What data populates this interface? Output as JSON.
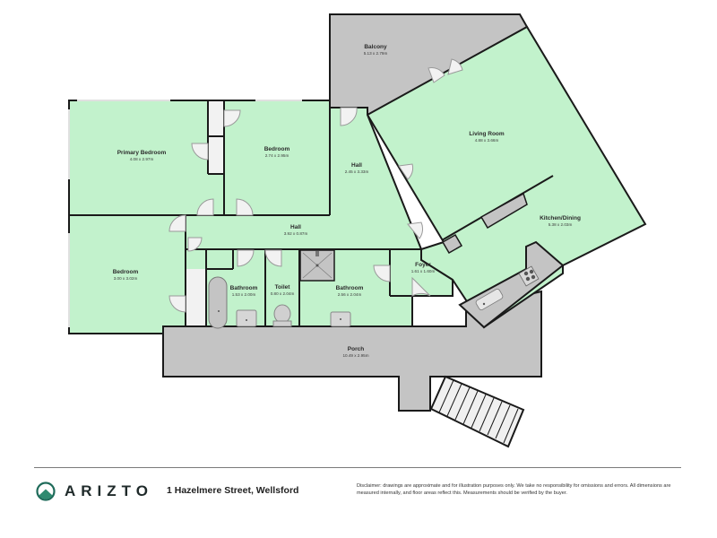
{
  "floorplan": {
    "colors": {
      "interior": "#c2f2cc",
      "exterior": "#c4c4c4",
      "wall": "#1a1a1a",
      "fixture": "#bdbdbd",
      "door": "#f2f2f2"
    },
    "rooms": [
      {
        "id": "primary-bedroom",
        "name": "Primary Bedroom",
        "dimensions": "4.08 x 2.97m"
      },
      {
        "id": "bedroom-2",
        "name": "Bedroom",
        "dimensions": "2.74 x 2.95m"
      },
      {
        "id": "hall-upper",
        "name": "Hall",
        "dimensions": "2.45 x 3.33m"
      },
      {
        "id": "balcony",
        "name": "Balcony",
        "dimensions": "5.13 x 2.79m"
      },
      {
        "id": "living-room",
        "name": "Living Room",
        "dimensions": "4.88 x 3.66m"
      },
      {
        "id": "kitchen-dining",
        "name": "Kitchen/Dining",
        "dimensions": "5.38 x 2.03m"
      },
      {
        "id": "hall-main",
        "name": "Hall",
        "dimensions": "3.92 x 0.87m"
      },
      {
        "id": "bedroom-3",
        "name": "Bedroom",
        "dimensions": "3.00 x 3.02m"
      },
      {
        "id": "bathroom-1",
        "name": "Bathroom",
        "dimensions": "1.53 x 2.00m"
      },
      {
        "id": "toilet",
        "name": "Toilet",
        "dimensions": "0.80 x 2.04m"
      },
      {
        "id": "bathroom-2",
        "name": "Bathroom",
        "dimensions": "2.56 x 2.04m"
      },
      {
        "id": "foyer",
        "name": "Foyer",
        "dimensions": "1.61 x 1.60m"
      },
      {
        "id": "porch",
        "name": "Porch",
        "dimensions": "10.49 x 2.95m"
      }
    ]
  },
  "footer": {
    "brand": "ARIZTO",
    "address": "1 Hazelmere Street, Wellsford",
    "disclaimer": "Disclaimer: drawings are approximate and for illustration purposes only. We take no responsibility for omissions and errors. All dimensions are measured internally, and floor areas reflect this. Measurements should be verified by the buyer.",
    "logo_colors": {
      "dark": "#1f6b5a",
      "light": "#3a9a80"
    }
  }
}
